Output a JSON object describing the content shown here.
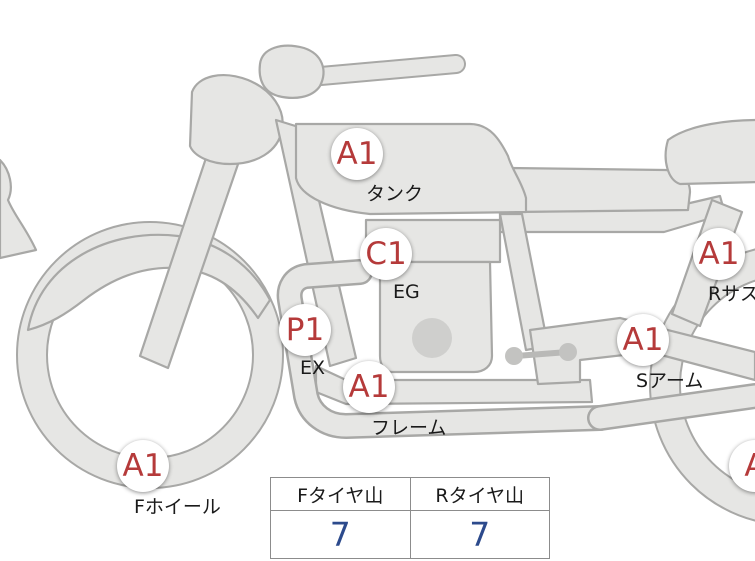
{
  "parts": {
    "tank": {
      "grade": "A1",
      "name": "タンク"
    },
    "engine": {
      "grade": "C1",
      "name": "EG"
    },
    "exhaust": {
      "grade": "P1",
      "name": "EX"
    },
    "frame": {
      "grade": "A1",
      "name": "フレーム"
    },
    "swing_arm": {
      "grade": "A1",
      "name": "Sアーム"
    },
    "rear_suspension": {
      "grade": "A1",
      "name": "Rサス"
    },
    "front_wheel": {
      "grade": "A1",
      "name": "Fホイール"
    },
    "rear_wheel": {
      "grade": "A"
    }
  },
  "tire_table": {
    "front_header": "Fタイヤ山",
    "rear_header": "Rタイヤ山",
    "front_value": "7",
    "rear_value": "7"
  },
  "colors": {
    "grade_text": "#b53a3a",
    "tire_value": "#2c4a8c",
    "part_fill": "#e6e6e4",
    "part_outline": "#a8a8a6"
  }
}
